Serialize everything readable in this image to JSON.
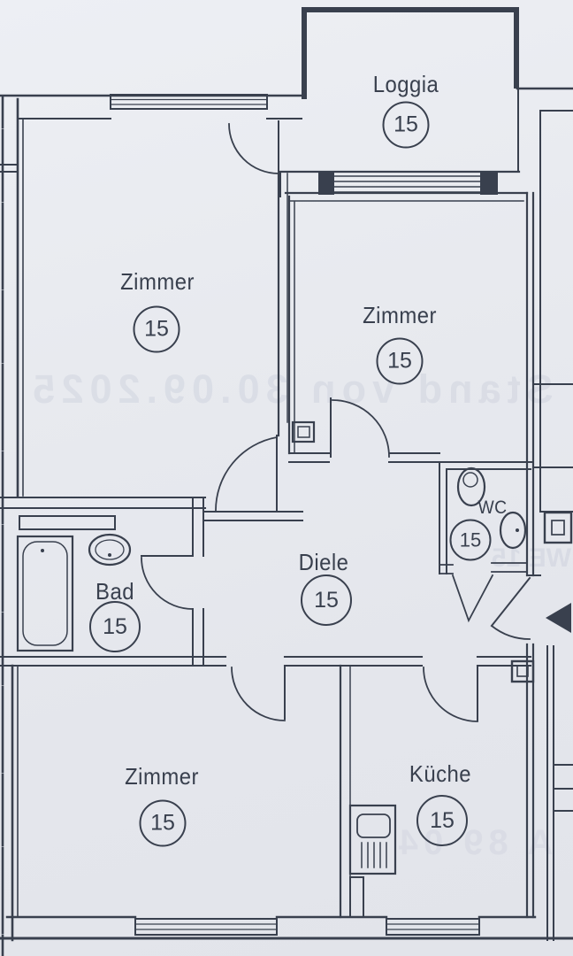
{
  "plan": {
    "kind": "apartment-floor-plan",
    "unit_number": "15"
  },
  "rooms": [
    {
      "id": "loggia",
      "label": "Loggia",
      "number": "15"
    },
    {
      "id": "zimmer-nw",
      "label": "Zimmer",
      "number": "15"
    },
    {
      "id": "zimmer-ne",
      "label": "Zimmer",
      "number": "15"
    },
    {
      "id": "bad",
      "label": "Bad",
      "number": "15"
    },
    {
      "id": "wc",
      "label": "WC",
      "number": "15"
    },
    {
      "id": "diele",
      "label": "Diele",
      "number": "15"
    },
    {
      "id": "zimmer-sw",
      "label": "Zimmer",
      "number": "15"
    },
    {
      "id": "kueche",
      "label": "Küche",
      "number": "15"
    }
  ],
  "bleedthrough": [
    {
      "text": "Stand von 30.09.2025",
      "illegible_fragment": true
    },
    {
      "text": "WE 15",
      "illegible_fragment": true
    },
    {
      "text": "A 89 04",
      "illegible_fragment": true
    }
  ],
  "colors": {
    "paper": "#e8eaef",
    "ink": "#39404e"
  }
}
